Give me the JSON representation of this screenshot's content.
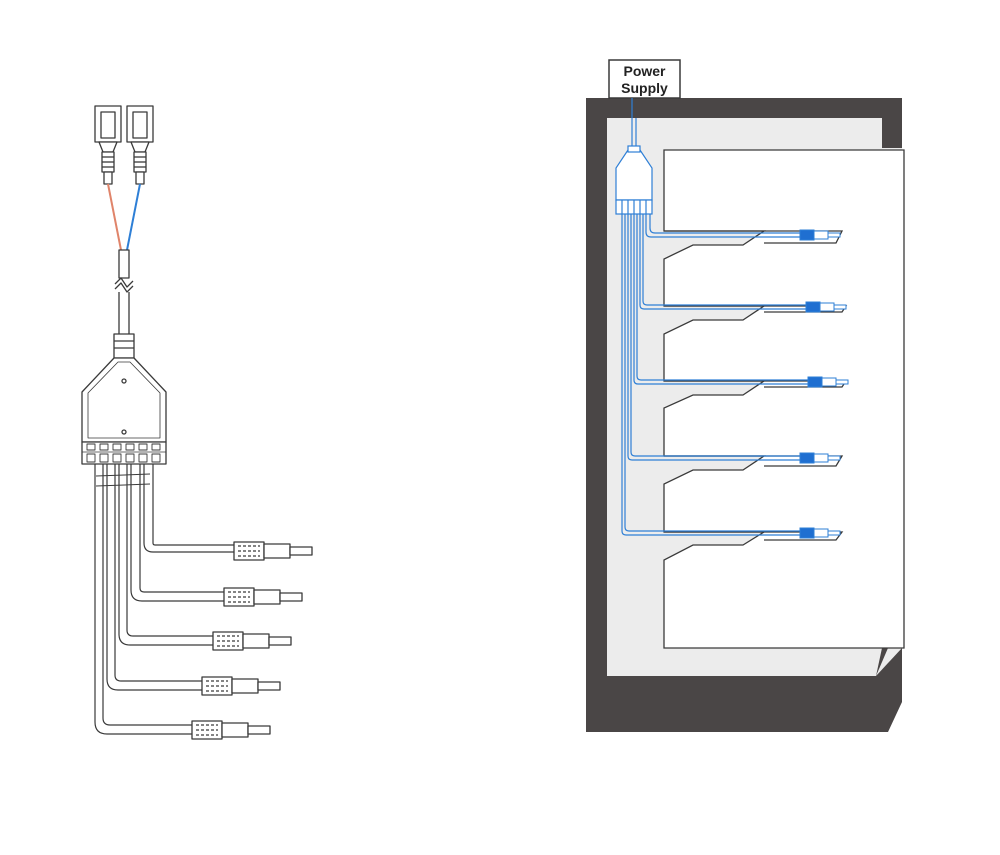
{
  "power_supply_label": {
    "line1": "Power",
    "line2": "Supply"
  },
  "colors": {
    "line": "#3a3a3a",
    "light_line": "#9a9a9a",
    "cabinet_dark": "#4a4646",
    "cabinet_light": "#ececec",
    "wire_blue": "#2e7fd6",
    "wire_red": "#e0846a",
    "connector_blue": "#1f6fd1"
  },
  "left_diagram": {
    "output_connectors": 5,
    "input_terminals": 2
  },
  "right_diagram": {
    "shelves": 5
  }
}
